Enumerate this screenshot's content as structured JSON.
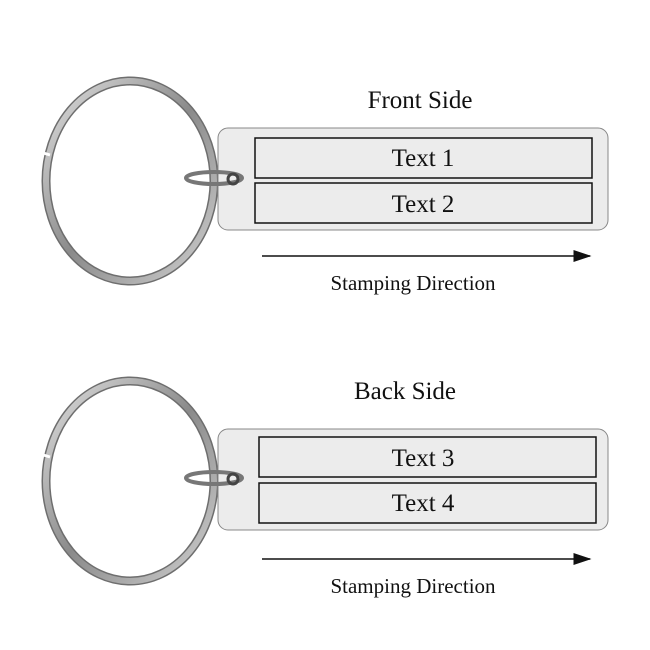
{
  "panels": [
    {
      "title": "Front Side",
      "lines": [
        "Text 1",
        "Text 2"
      ],
      "direction_label": "Stamping Direction"
    },
    {
      "title": "Back Side",
      "lines": [
        "Text 3",
        "Text 4"
      ],
      "direction_label": "Stamping Direction"
    }
  ],
  "colors": {
    "tag_fill": "#ececec",
    "ring": "#9a9a9a",
    "text": "#111111"
  }
}
